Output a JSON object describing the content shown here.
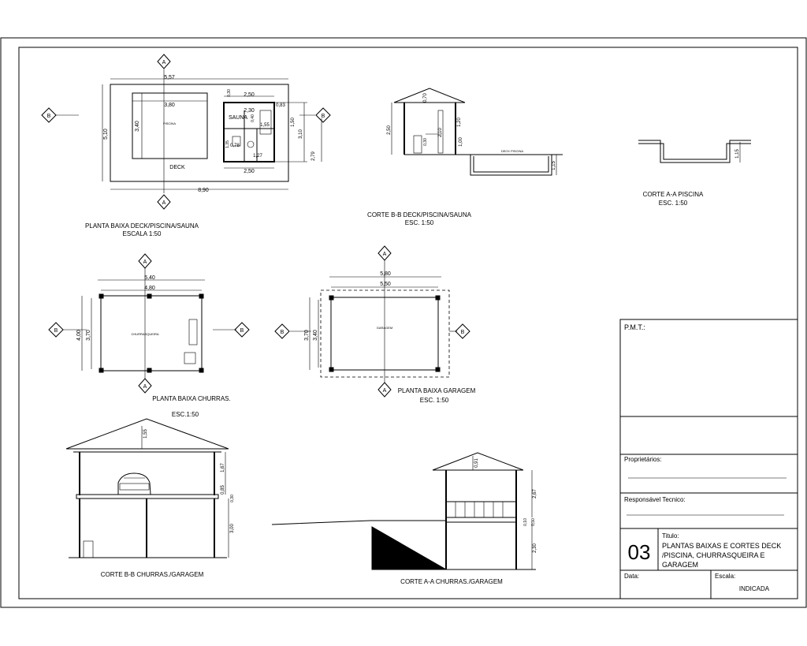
{
  "drawings": {
    "planta_deck": {
      "title": "PLANTA BAIXA DECK/PISCINA/SAUNA",
      "scale": "ESCALA 1:50",
      "dims": [
        "5,57",
        "3,80",
        "3,40",
        "5,10",
        "8,90",
        "2,50",
        "2,30",
        "0,83",
        "1,50",
        "3,10",
        "2,79",
        "2,50",
        "1,27",
        "0,78",
        "1,35",
        "0,30",
        "1,55",
        "0,40"
      ],
      "labels": {
        "piscina": "PISCINA",
        "deck": "DECK",
        "sauna": "SAUNA"
      }
    },
    "corte_bb_deck": {
      "title": "CORTE B-B DECK/PISCINA/SAUNA",
      "scale": "ESC. 1:50",
      "dims": [
        "2,50",
        "0,70",
        "1,20",
        "2,10",
        "1,00",
        "0,30",
        "1,15"
      ],
      "labels": {
        "piscina": "DECK PISCINA"
      }
    },
    "corte_aa_piscina": {
      "title": "CORTE A-A PISCINA",
      "scale": "ESC. 1:50",
      "dims": [
        "1,15"
      ]
    },
    "planta_churras": {
      "title": "PLANTA BAIXA CHURRAS.",
      "scale": "ESC.1:50",
      "dims": [
        "5,40",
        "4,80",
        "4,00",
        "3,70"
      ],
      "labels": {
        "room": "CHURRASQUEIRA"
      }
    },
    "planta_garagem": {
      "title": "PLANTA BAIXA GARAGEM",
      "scale": "ESC. 1:50",
      "dims": [
        "5,80",
        "5,50",
        "3,70",
        "3,40"
      ],
      "labels": {
        "room": "GARAGEM"
      }
    },
    "corte_bb_churras": {
      "title": "CORTE B-B CHURRAS./GARAGEM",
      "dims": [
        "1,55",
        "1,67",
        "0,85",
        "0,30",
        "3,00"
      ]
    },
    "corte_aa_churras": {
      "title": "CORTE A-A CHURRAS./GARAGEM",
      "dims": [
        "0,91",
        "2,67",
        "0,10",
        "0,30",
        "2,30"
      ]
    },
    "markers": {
      "a": "A",
      "b": "B"
    }
  },
  "title_block": {
    "pmt": "P.M.T.:",
    "proprietarios": "Proprietários:",
    "responsavel": "Responsável Tecnico:",
    "sheet_number": "03",
    "titulo_label": "Titulo:",
    "titulo_lines": [
      "PLANTAS BAIXAS E CORTES DECK",
      "/PISCINA, CHURRASQUEIRA E",
      "GARAGEM"
    ],
    "data_label": "Data:",
    "escala_label": "Escala:",
    "escala_value": "INDICADA"
  }
}
